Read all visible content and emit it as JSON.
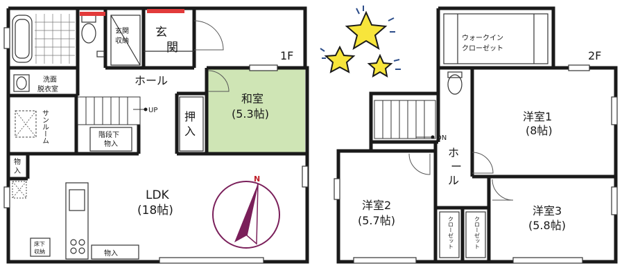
{
  "floor1": {
    "floor_label": "1F",
    "rooms": {
      "entrance": "玄関",
      "entrance_storage": [
        "玄関",
        "収納"
      ],
      "hall": "ホール",
      "washroom": [
        "洗面",
        "脱衣室"
      ],
      "sunroom": "サンルーム",
      "under_stairs_storage": [
        "階段下",
        "物入"
      ],
      "closet_oshiire": [
        "押",
        "入"
      ],
      "storage_left": [
        "物",
        "入"
      ],
      "ldk": [
        "LDK",
        "(18帖)"
      ],
      "washitsu": [
        "和室",
        "(5.3帖)"
      ],
      "storage_bottom": "物入",
      "underfloor_storage": [
        "床下",
        "収納"
      ],
      "stairs_direction": "UP"
    }
  },
  "floor2": {
    "floor_label": "2F",
    "rooms": {
      "walk_in_closet": [
        "ウォークイン",
        "クローゼット"
      ],
      "hall": [
        "ホ",
        "ー",
        "ル"
      ],
      "bedroom1": [
        "洋室1",
        "(8帖)"
      ],
      "bedroom2": [
        "洋室2",
        "(5.7帖)"
      ],
      "bedroom3": [
        "洋室3",
        "(5.8帖)"
      ],
      "closet_a": "クローゼット",
      "closet_b": "クローゼット",
      "stairs_direction": "DN"
    }
  },
  "compass": {
    "north_label": "N"
  },
  "colors": {
    "washitsu_fill": "#cfe5b5",
    "door_accent": "#e23b3b",
    "star_fill": "#f7e53b",
    "compass_needle": "#7a1f5a",
    "wall": "#1a1a1a"
  }
}
